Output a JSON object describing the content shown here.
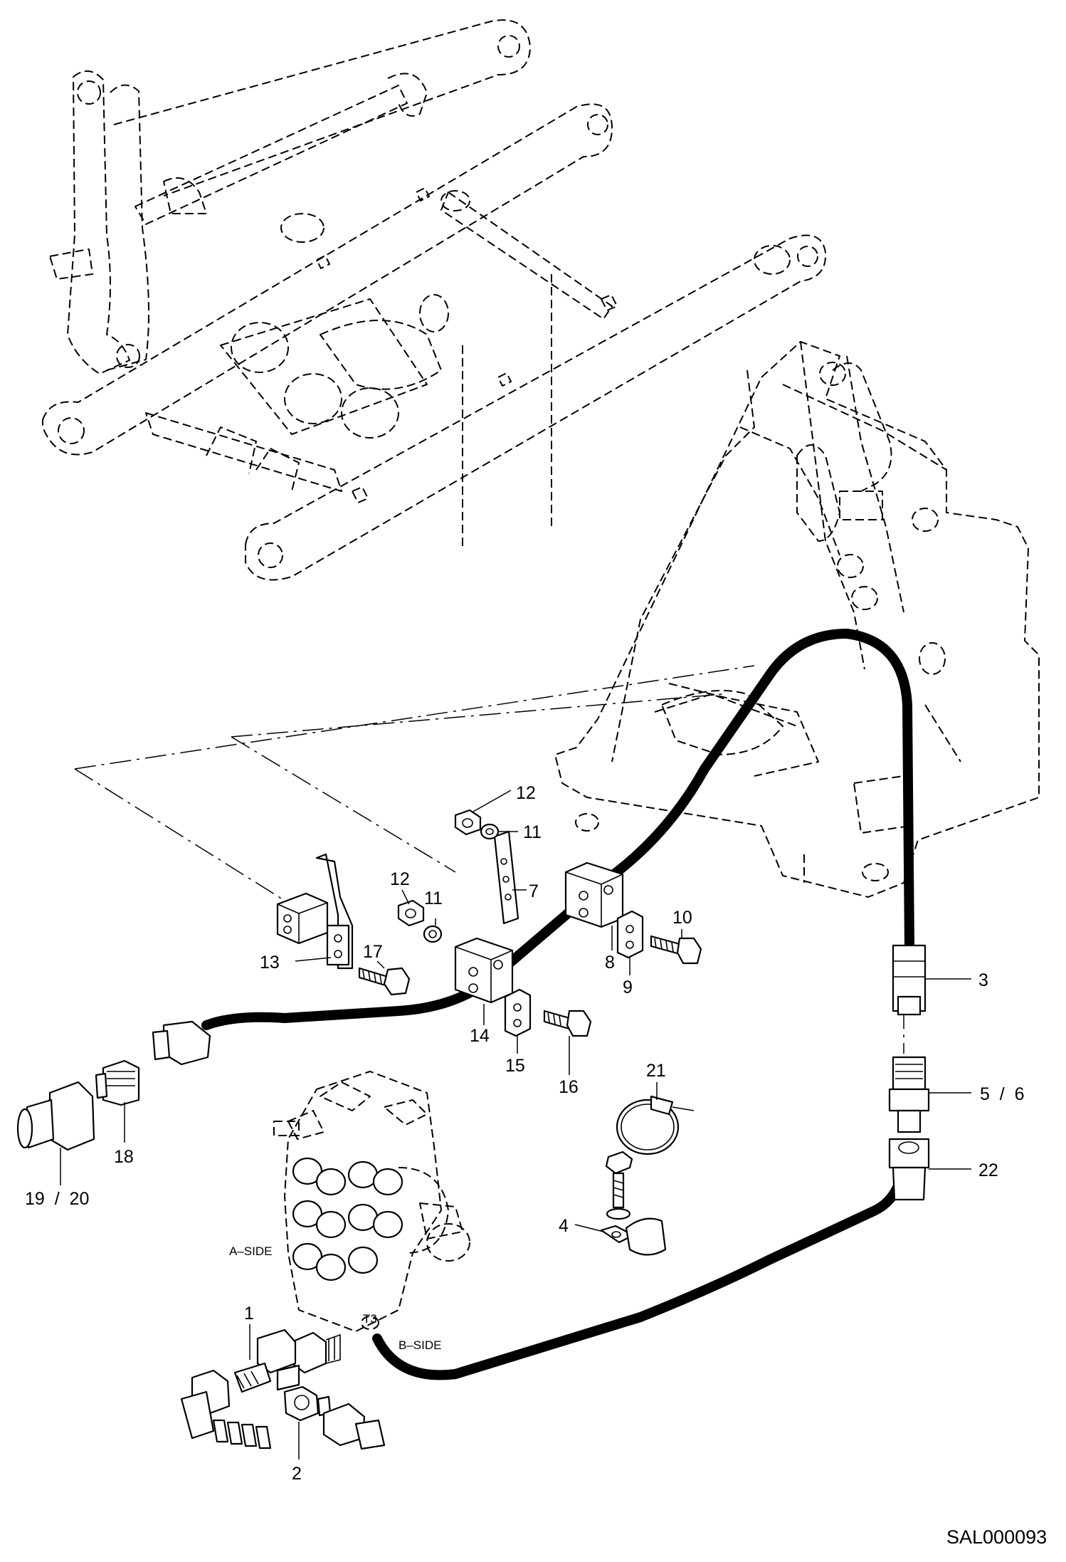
{
  "drawing_code": "SAL000093",
  "side_labels": {
    "a_side": "A–SIDE",
    "b_side": "B–SIDE",
    "port": "T3"
  },
  "callouts": {
    "c1": "1",
    "c2": "2",
    "c3": "3",
    "c4": "4",
    "c5_6": "5  /  6",
    "c7": "7",
    "c8": "8",
    "c9": "9",
    "c10": "10",
    "c11_top": "11",
    "c11_mid": "11",
    "c12_top": "12",
    "c12_mid": "12",
    "c13": "13",
    "c14": "14",
    "c15": "15",
    "c16": "16",
    "c17": "17",
    "c18": "18",
    "c19_20": "19  /  20",
    "c21": "21",
    "c22": "22"
  }
}
